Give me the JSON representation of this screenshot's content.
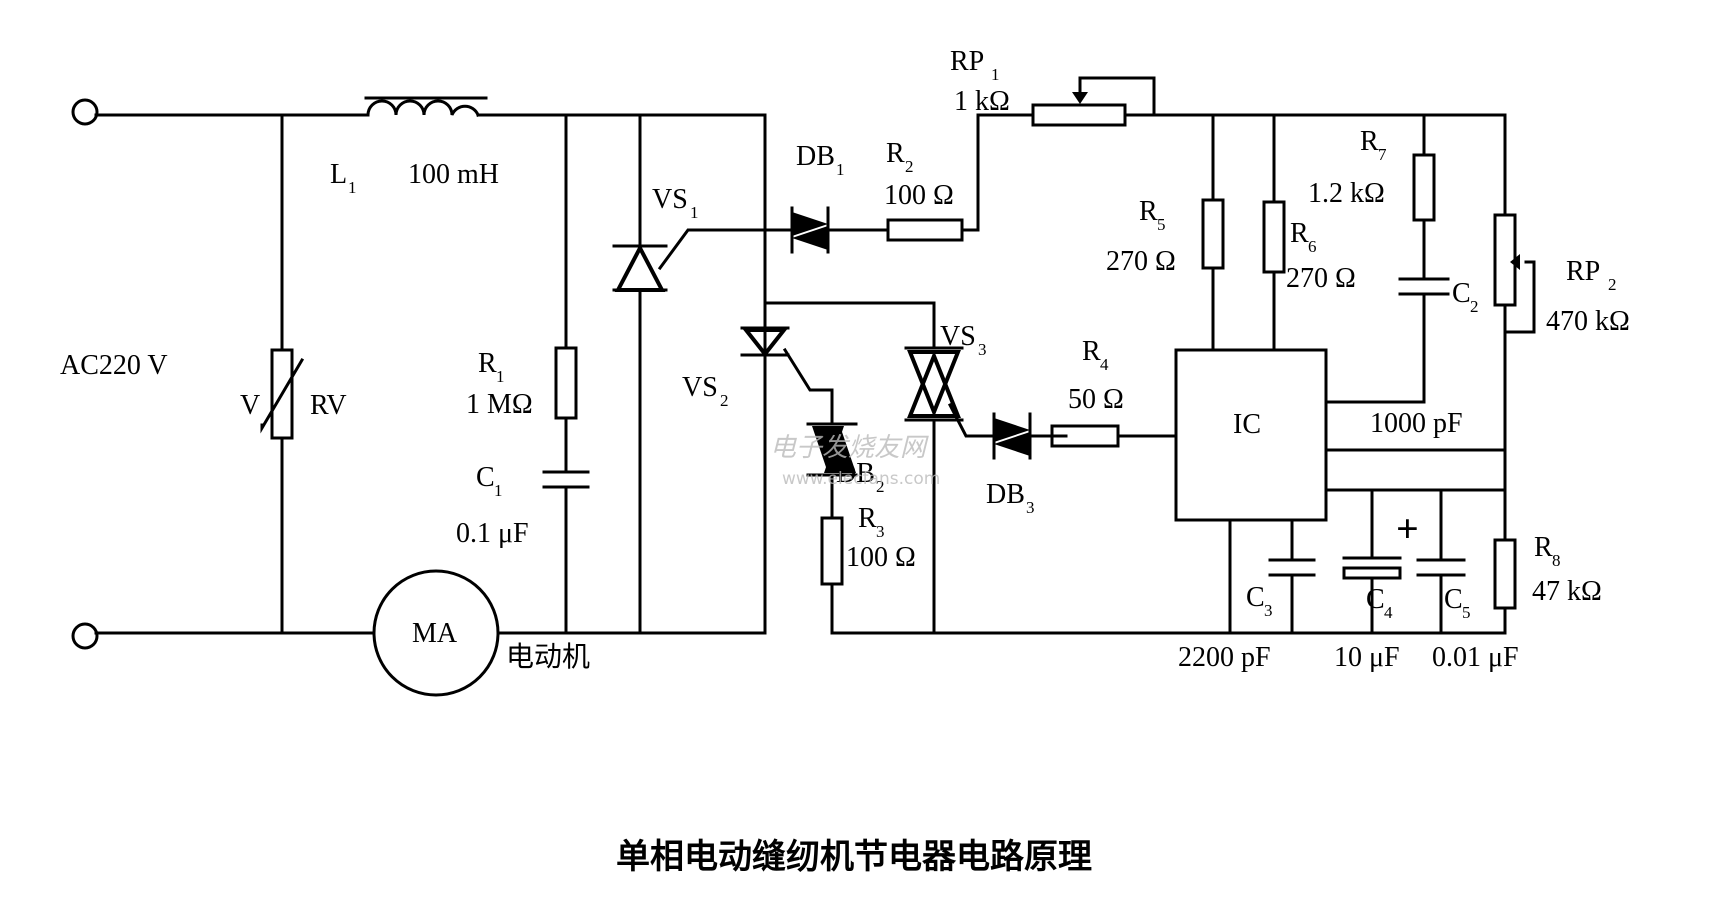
{
  "caption": "单相电动缝纫机节电器电路原理",
  "watermark": {
    "cn": "电子发烧友网",
    "url": "www.elecfans.com"
  },
  "source_label": "AC220 V",
  "components": {
    "L1": {
      "name": "L",
      "sub": "1",
      "value": "100 mH"
    },
    "RV": {
      "name": "RV",
      "mark": "V"
    },
    "R1": {
      "name": "R",
      "sub": "1",
      "value": "1 MΩ"
    },
    "C1": {
      "name": "C",
      "sub": "1",
      "value": "0.1 μF"
    },
    "MA": {
      "name": "MA",
      "desc": "电动机"
    },
    "VS1": {
      "name": "VS",
      "sub": "1"
    },
    "VS2": {
      "name": "VS",
      "sub": "2"
    },
    "VS3": {
      "name": "VS",
      "sub": "3"
    },
    "DB1": {
      "name": "DB",
      "sub": "1"
    },
    "DB2": {
      "name": "DB",
      "sub": "2"
    },
    "DB3": {
      "name": "DB",
      "sub": "3"
    },
    "R2": {
      "name": "R",
      "sub": "2",
      "value": "100 Ω"
    },
    "R3": {
      "name": "R",
      "sub": "3",
      "value": "100 Ω"
    },
    "R4": {
      "name": "R",
      "sub": "4",
      "value": "50 Ω"
    },
    "RP1": {
      "name": "RP",
      "sub": "1",
      "value": "1 kΩ"
    },
    "RP2": {
      "name": "RP",
      "sub": "2",
      "value": "470 kΩ"
    },
    "R5": {
      "name": "R",
      "sub": "5",
      "value": "270 Ω"
    },
    "R6": {
      "name": "R",
      "sub": "6",
      "value": "270 Ω"
    },
    "R7": {
      "name": "R",
      "sub": "7",
      "value": "1.2 kΩ"
    },
    "R8": {
      "name": "R",
      "sub": "8",
      "value": "47 kΩ"
    },
    "C2": {
      "name": "C",
      "sub": "2",
      "value": "1000 pF"
    },
    "C3": {
      "name": "C",
      "sub": "3",
      "value": "2200 pF"
    },
    "C4": {
      "name": "C",
      "sub": "4",
      "value": "10 μF",
      "polarity": "+"
    },
    "C5": {
      "name": "C",
      "sub": "5",
      "value": "0.01 μF"
    },
    "IC": {
      "name": "IC"
    }
  }
}
